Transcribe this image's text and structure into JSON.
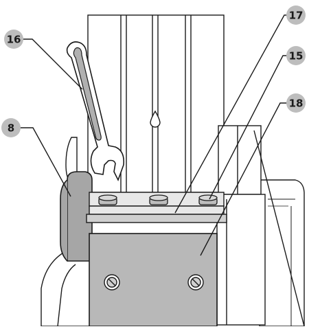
{
  "callouts": [
    {
      "id": "c16",
      "number": "16"
    },
    {
      "id": "c17",
      "number": "17"
    },
    {
      "id": "c15",
      "number": "15"
    },
    {
      "id": "c18",
      "number": "18"
    },
    {
      "id": "c8",
      "number": "8"
    }
  ],
  "colors": {
    "line": "#1a1a1a",
    "callout_fill": "#bdbdbd",
    "part_gray": "#b8b8b8",
    "part_light": "#e8e8e8",
    "handle_gray": "#a6a6a6",
    "white": "#ffffff"
  },
  "icons": [
    "wrench-icon",
    "screw-icon",
    "bolt-icon",
    "drop-marker-icon"
  ]
}
